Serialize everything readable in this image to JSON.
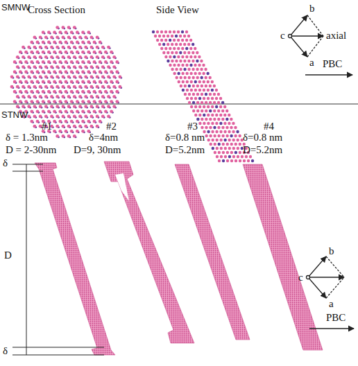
{
  "diagram": {
    "labels": [
      "SMNW",
      "Cross Section",
      "Side View",
      "b",
      "c",
      "axial",
      "a",
      "PBC",
      "STNW",
      "#1",
      "δ = 1.3nm",
      "D = 2-30nm",
      "#2",
      "δ=4nm",
      "D=9, 30nm",
      "#3",
      "δ=0.8 nm",
      "D=5.2nm",
      "#4",
      "δ=0.8 nm",
      "D=5.2nm",
      "δ",
      "D",
      "δ",
      "b",
      "c",
      "a",
      "PBC"
    ]
  }
}
